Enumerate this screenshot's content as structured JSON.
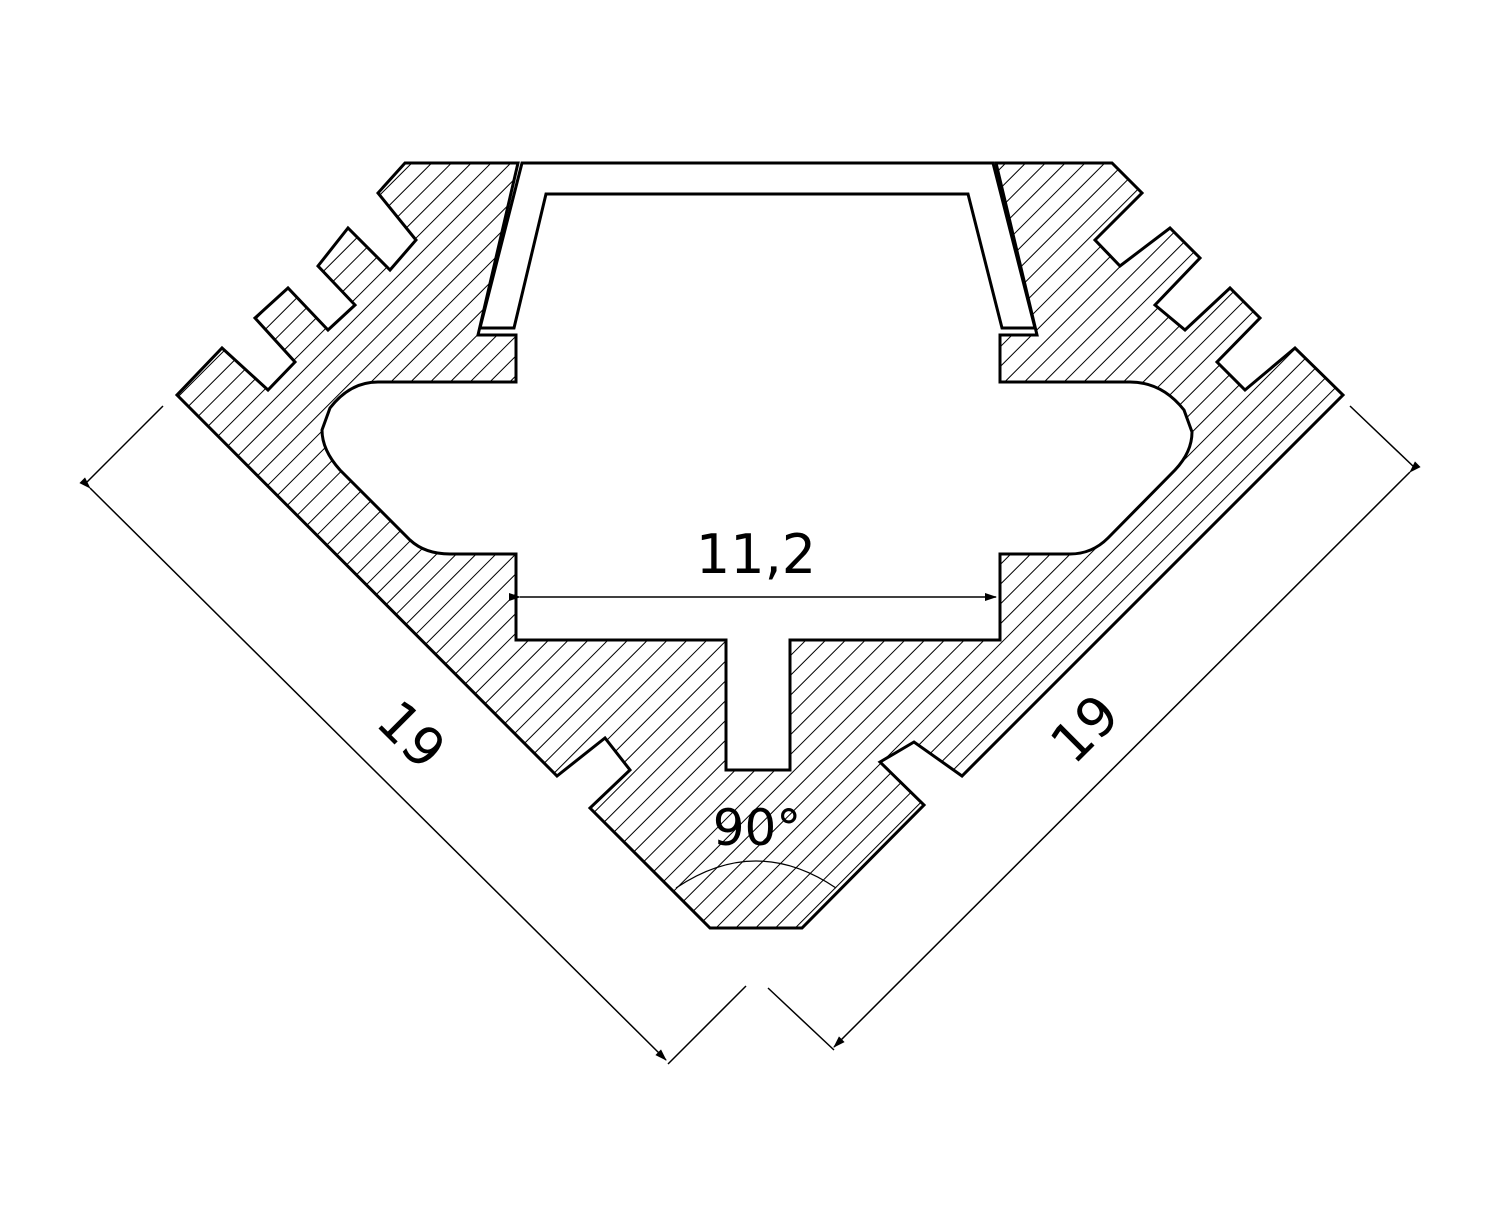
{
  "drawing": {
    "width_dimension": "11,2",
    "left_side_dimension": "19",
    "right_side_dimension": "19",
    "angle": "90°"
  },
  "colors": {
    "line": "#000000",
    "background": "#ffffff"
  }
}
